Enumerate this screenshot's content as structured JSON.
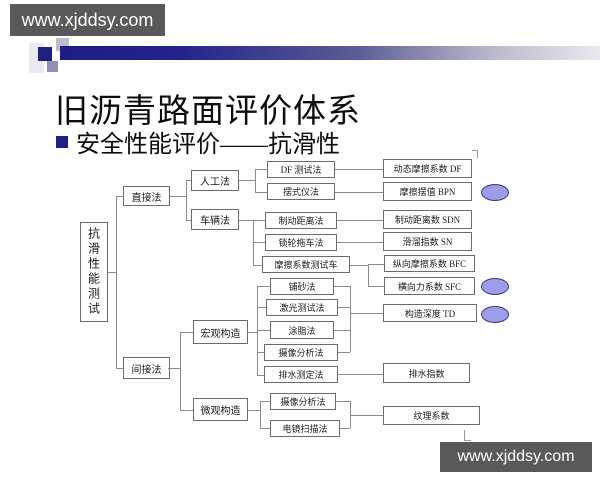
{
  "banner_top": {
    "url_text": "www.xjddsy.com"
  },
  "banner_bottom": {
    "url_text": "www.xjddsy.com"
  },
  "slide": {
    "title": "旧沥青路面评价体系",
    "subtitle": "安全性能评价——抗滑性"
  },
  "diagram": {
    "root": {
      "label": "抗滑性能测试"
    },
    "categories": {
      "direct": "直接法",
      "indirect": "间接法"
    },
    "subcategories": {
      "manual": "人工法",
      "vehicle": "车辆法",
      "macro": "宏观构造",
      "micro": "微观构造"
    },
    "methods": {
      "df_test": "DF 测试法",
      "pendulum": "摆式仪法",
      "braking": "制动距离法",
      "locked_wheel": "锁轮拖车法",
      "friction_car": "摩擦系数测试车",
      "sand_patch": "铺砂法",
      "laser": "激光测试法",
      "grease": "涂脂法",
      "photo_macro": "摄像分析法",
      "drainage": "排水测定法",
      "photo_micro": "摄像分析法",
      "sem": "电镜扫描法"
    },
    "indicators": {
      "df": "动态摩擦系数 DF",
      "bpn": "摩擦摆值 BPN",
      "sdn": "制动距离数 SDN",
      "sn": "滑溜指数 SN",
      "bfc": "纵向摩擦系数 BFC",
      "sfc": "横向力系数 SFC",
      "td": "构造深度 TD",
      "drain_index": "排水指数",
      "texture": "纹理系数"
    }
  },
  "colors": {
    "banner_bg": "#595959",
    "accent_navy": "#20207e",
    "gradient_start": "#1c1c82",
    "ellipse_fill": "#9c9ce8",
    "ellipse_border": "#3c3c78",
    "line_gray": "#8a8a8a"
  }
}
